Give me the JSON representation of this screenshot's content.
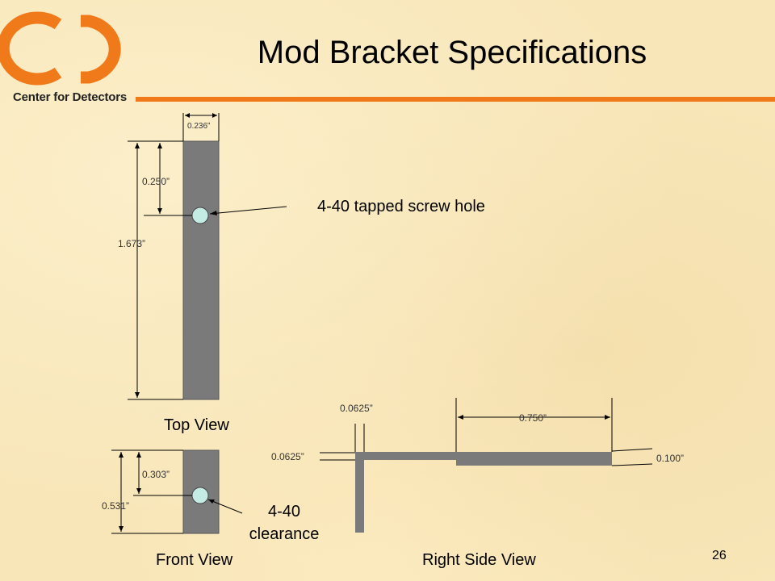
{
  "logo": {
    "mark": "CD",
    "text": "Center for Detectors",
    "color": "#f07a1a"
  },
  "title": "Mod Bracket Specifications",
  "top_view": {
    "label": "Top View",
    "width_dim": "0.236”",
    "hole_dim": "0.250”",
    "length_dim": "1.673”",
    "hole_callout": "4-40 tapped screw hole"
  },
  "front_view": {
    "label": "Front View",
    "hole_dim": "0.303”",
    "height_dim": "0.531”",
    "hole_callout_line1": "4-40",
    "hole_callout_line2": "clearance"
  },
  "right_side_view": {
    "label": "Right Side View",
    "vertical_thickness_dim": "0.0625”",
    "horizontal_thickness_dim": "0.0625”",
    "length_dim": "0.750”",
    "step_dim": "0.100”"
  },
  "page_number": "26",
  "colors": {
    "part_fill": "#7a7a7a",
    "hole_fill": "#c5ece4",
    "accent": "#f07a1a"
  }
}
